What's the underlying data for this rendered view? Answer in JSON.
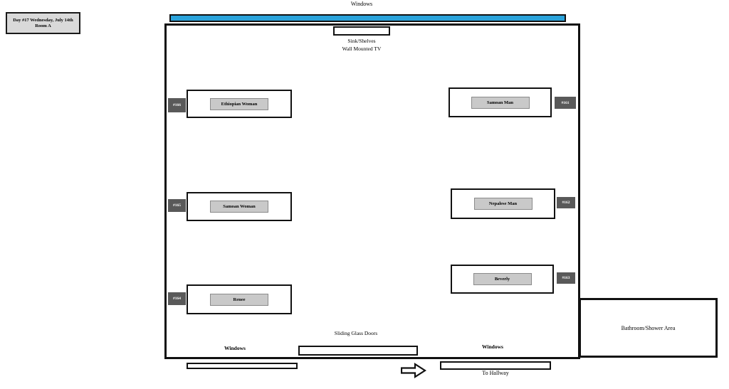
{
  "header": {
    "day_box_line1": "Day #17 Wednesday, July 14th",
    "day_box_line2": "Room A"
  },
  "room": {
    "top_window_label": "Windows",
    "sink_label": "Sink/Shelves",
    "tv_label": "Wall Mounted TV",
    "beds": [
      {
        "tag": "#166",
        "name": "Ethiopian Woman"
      },
      {
        "tag": "#165",
        "name": "Samoan Woman"
      },
      {
        "tag": "#164",
        "name": "Renee"
      },
      {
        "tag": "#161",
        "name": "Samoan Man"
      },
      {
        "tag": "#162",
        "name": "Nepalese Man"
      },
      {
        "tag": "#163",
        "name": "Beverly"
      }
    ],
    "sliding_doors_label": "Sliding Glass Doors",
    "bottom_window_label_left": "Windows",
    "bottom_window_label_right": "Windows"
  },
  "bathroom_label": "Bathroom/Shower Area",
  "hallway_label": "To Hallway",
  "colors": {
    "window_blue": "#2ba3db",
    "tag_bg": "#595959",
    "label_bg": "#c9c9c9",
    "daybox_bg": "#d9d9d9"
  }
}
